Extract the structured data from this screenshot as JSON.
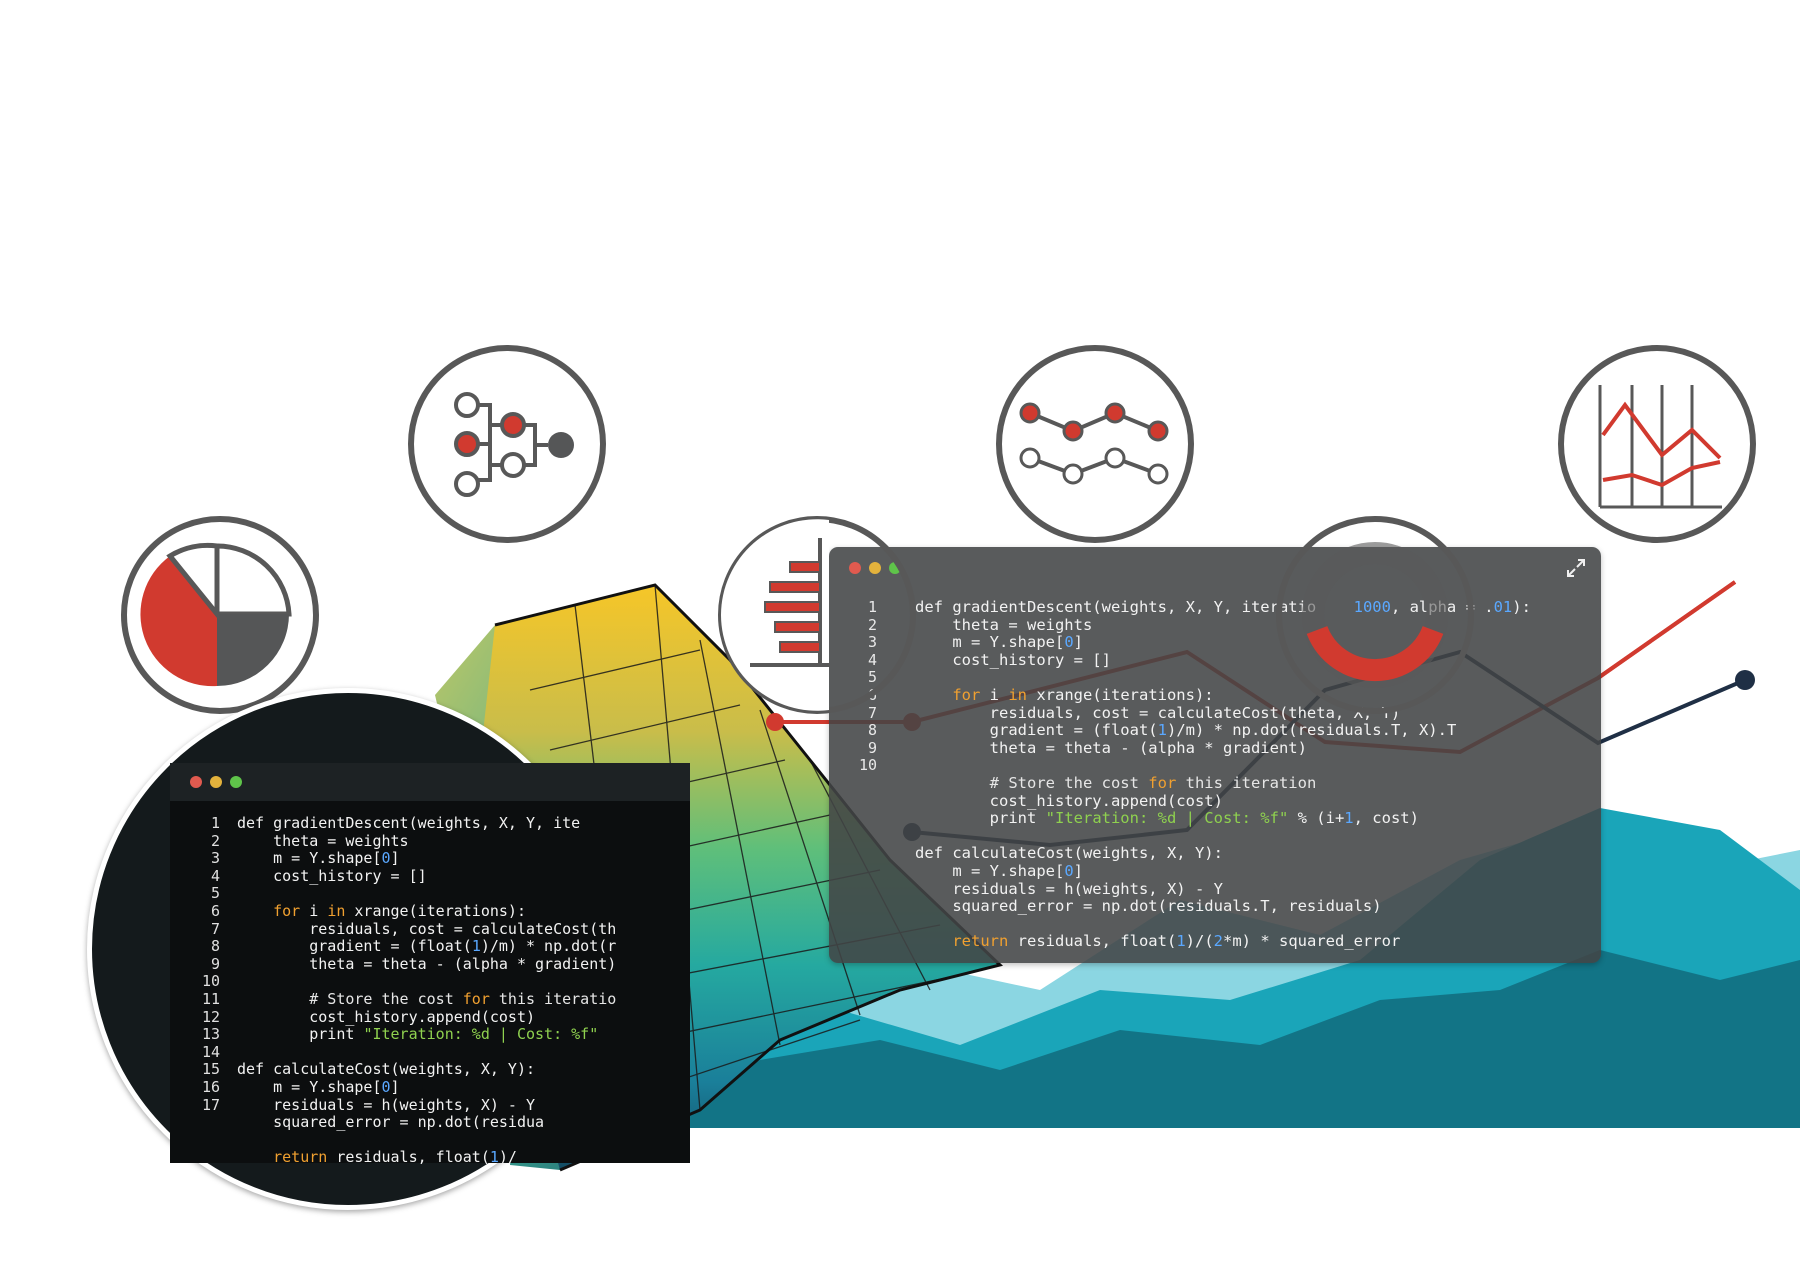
{
  "code_window": {
    "window_controls": {
      "close_color": "#e05a4f",
      "minimize_color": "#e3b23c",
      "maximize_color": "#5fc44a"
    },
    "expand_icon": "expand-arrows-icon",
    "line_numbers": "1\n2\n3\n4\n5\n6\n7\n8\n9\n10",
    "lines": [
      "def gradientDescent(weights, X, Y, iteratio    1000, alpha = .01):",
      "    theta = weights",
      "    m = Y.shape[0]",
      "    cost_history = []",
      "",
      "    for i in xrange(iterations):",
      "        residuals, cost = calculateCost(theta, X, Y)",
      "        gradient = (float(1)/m) * np.dot(residuals.T, X).T",
      "        theta = theta - (alpha * gradient)",
      "",
      "        # Store the cost for this iteration",
      "        cost_history.append(cost)",
      "        print \"Iteration: %d | Cost: %f\" % (i+1, cost)",
      "",
      "def calculateCost(weights, X, Y):",
      "    m = Y.shape[0]",
      "    residuals = h(weights, X) - Y",
      "    squared_error = np.dot(residuals.T, residuals)",
      "",
      "    return residuals, float(1)/(2*m) * squared_error"
    ]
  },
  "lens_editor": {
    "line_numbers": "1\n2\n3\n4\n5\n6\n7\n8\n9\n10\n11\n12\n13\n14\n15\n16\n17",
    "lines": [
      "def gradientDescent(weights, X, Y, ite",
      "    theta = weights",
      "    m = Y.shape[0]",
      "    cost_history = []",
      "",
      "    for i in xrange(iterations):",
      "        residuals, cost = calculateCost(th",
      "        gradient = (float(1)/m) * np.dot(r",
      "        theta = theta - (alpha * gradient)",
      "",
      "        # Store the cost for this iteratio",
      "        cost_history.append(cost)",
      "        print \"Iteration: %d | Cost: %f\"",
      "",
      "def calculateCost(weights, X, Y):",
      "    m = Y.shape[0]",
      "    residuals = h(weights, X) - Y",
      "    squared_error = np.dot(residua",
      "",
      "    return residuals, float(1)/"
    ]
  },
  "icons": [
    "pie-chart-icon",
    "tree-diagram-icon",
    "bar-chart-icon",
    "line-nodes-icon",
    "donut-chart-icon",
    "line-chart-icon"
  ],
  "colors": {
    "accent_red": "#d13a2f",
    "dark_gray": "#555657",
    "navy": "#1f2f45",
    "teal": "#1aa5b9",
    "teal_dark": "#127486",
    "teal_light": "#8bd6e2",
    "ring_gray": "#585858",
    "code_bg": "#424446"
  }
}
